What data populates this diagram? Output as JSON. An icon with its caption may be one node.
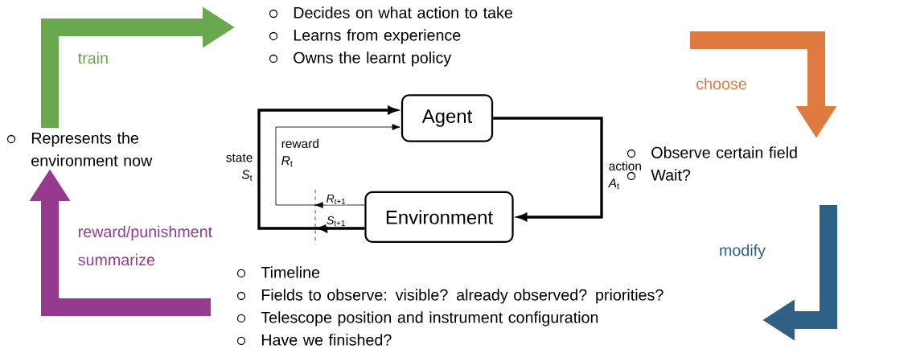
{
  "diagram": {
    "nodes": [
      {
        "text": [
          "Agent"
        ]
      },
      {
        "text": [
          "Environment"
        ]
      },
      {
        "text": [
          "Represents the environment now"
        ]
      },
      {
        "text": [
          "Decides on what action to take",
          "Learns from experience",
          "Owns the learnt policy"
        ]
      },
      {
        "text": [
          "Observe certain field",
          "Wait?"
        ]
      },
      {
        "text": [
          "Timeline",
          "Fields to observe: visible? already observed? priorities?",
          "Telescope position and instrument configuration",
          "Have we finished?"
        ]
      }
    ],
    "edges": [
      {
        "from": 0,
        "to": 1,
        "arrow": "to",
        "label": "action *A*$_{t}$"
      },
      {
        "from": 1,
        "to": 0,
        "arrow": "to",
        "label": "state *S*$_{t}$"
      },
      {
        "from": 1,
        "to": 0,
        "arrow": "to",
        "label": "reward *R*$_{t}$"
      },
      {
        "from": 2,
        "to": 3,
        "arrow": "to",
        "label": "train",
        "color": "#6aa84f"
      },
      {
        "from": null,
        "to": 4,
        "arrow": "to",
        "label": "choose",
        "color": "#e07b3f"
      },
      {
        "from": 4,
        "to": null,
        "arrow": "to",
        "label": "modify",
        "color": "#2e6185"
      },
      {
        "from": 5,
        "to": 2,
        "arrow": "to",
        "label": "reward/punishment summarize",
        "color": "#953a8c"
      }
    ],
    "labels": [
      "*R*$_{t+1}$",
      "*S*$_{t+1}$"
    ]
  }
}
